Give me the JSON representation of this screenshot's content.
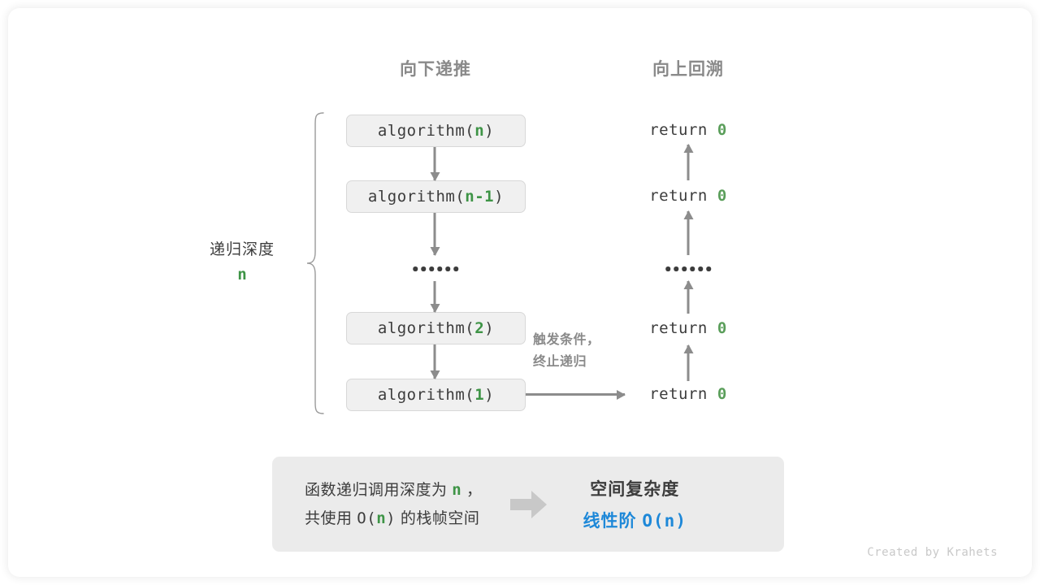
{
  "headers": {
    "down": "向下递推",
    "up": "向上回溯"
  },
  "depth": {
    "label": "递归深度",
    "value": "n"
  },
  "calls": [
    {
      "fn": "algorithm(",
      "arg": "n",
      "close": ")"
    },
    {
      "fn": "algorithm(",
      "arg": "n-1",
      "close": ")"
    },
    {
      "fn": "algorithm(",
      "arg": "2",
      "close": ")"
    },
    {
      "fn": "algorithm(",
      "arg": "1",
      "close": ")"
    }
  ],
  "returns": [
    {
      "keyword": "return",
      "value": "0"
    },
    {
      "keyword": "return",
      "value": "0"
    },
    {
      "keyword": "return",
      "value": "0"
    },
    {
      "keyword": "return",
      "value": "0"
    }
  ],
  "base_case_note": {
    "line1": "触发条件，",
    "line2": "终止递归"
  },
  "summary": {
    "left_line1_a": "函数递归调用深度为",
    "left_line1_var": "n",
    "left_line1_b": "，",
    "left_line2_a": "共使用",
    "left_line2_bigo_open": "O(",
    "left_line2_var": "n",
    "left_line2_bigo_close": ")",
    "left_line2_b": "的栈帧空间",
    "arrow_icon": "right-block-arrow-icon",
    "right_title": "空间复杂度",
    "right_value_text": "线性阶",
    "right_value_notation": "O(n)"
  },
  "footer": "Created by Krahets",
  "colors": {
    "green": "#3e9446",
    "green_return": "#5a9e5a",
    "blue": "#1e88d8",
    "gray_text": "#3c3c3c",
    "gray_muted": "#8a8a8a",
    "arrow_gray": "#8c8c8c",
    "box_fill": "#f0f0f0",
    "box_border": "#d8d8d8",
    "panel_fill": "#ebebeb",
    "footer_gray": "#c9c9c9"
  }
}
